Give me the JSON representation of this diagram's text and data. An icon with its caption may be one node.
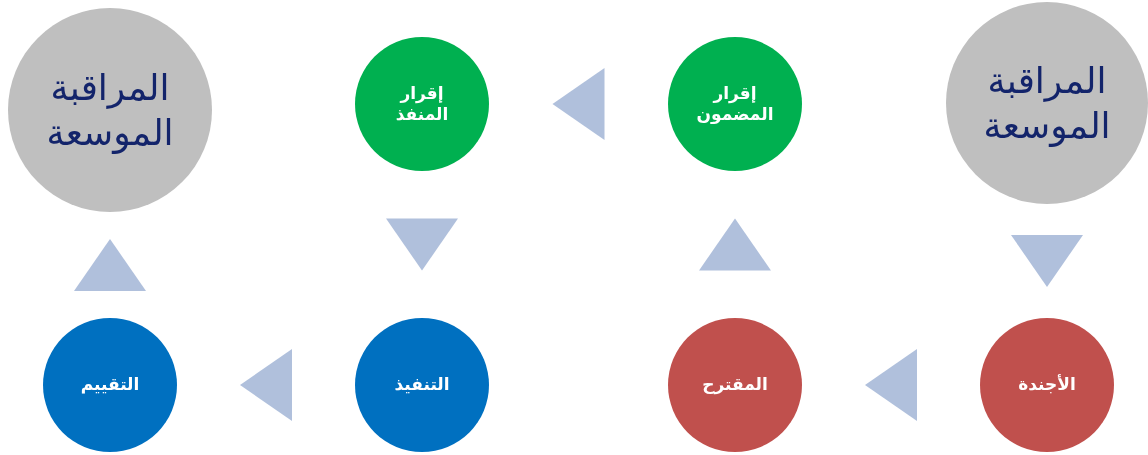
{
  "diagram": {
    "nodes": [
      {
        "text": [
          "المراقبة الموسعة"
        ]
      },
      {
        "text": [
          "الأجندة"
        ]
      },
      {
        "text": [
          "المقترح"
        ]
      },
      {
        "text": [
          "إقرار المضمون"
        ]
      },
      {
        "text": [
          "إقرار المنفذ"
        ]
      },
      {
        "text": [
          "التنفيذ"
        ]
      },
      {
        "text": [
          "التقييم"
        ]
      },
      {
        "text": [
          "المراقبة الموسعة"
        ]
      }
    ],
    "edges": [
      {
        "from": 0,
        "to": 1,
        "arrow": "to"
      },
      {
        "from": 1,
        "to": 2,
        "arrow": "to"
      },
      {
        "from": 2,
        "to": 3,
        "arrow": "to"
      },
      {
        "from": 3,
        "to": 4,
        "arrow": "to"
      },
      {
        "from": 4,
        "to": 5,
        "arrow": "to"
      },
      {
        "from": 5,
        "to": 6,
        "arrow": "to"
      },
      {
        "from": 6,
        "to": 7,
        "arrow": "to"
      }
    ]
  }
}
